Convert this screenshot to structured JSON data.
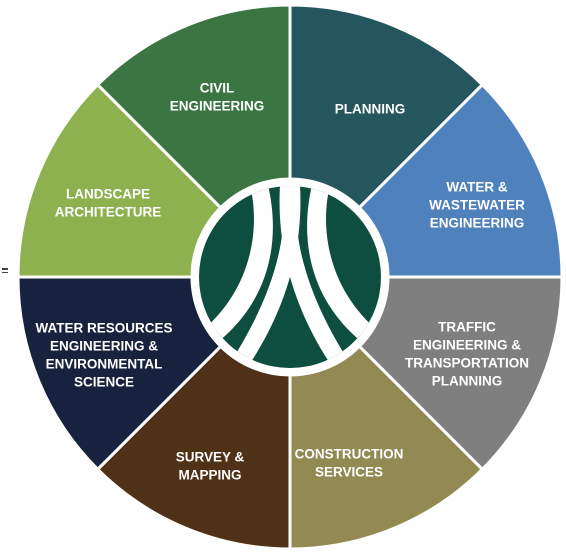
{
  "segments": [
    {
      "id": "planning",
      "lines": [
        "PLANNING"
      ],
      "color": "#25565e"
    },
    {
      "id": "water-wastewater",
      "lines": [
        "WATER &",
        "WASTEWATER",
        "ENGINEERING"
      ],
      "color": "#4f81bd"
    },
    {
      "id": "traffic",
      "lines": [
        "TRAFFIC",
        "ENGINEERING &",
        "TRANSPORTATION",
        "PLANNING"
      ],
      "color": "#7f7f7f"
    },
    {
      "id": "construction",
      "lines": [
        "CONSTRUCTION",
        "SERVICES"
      ],
      "color": "#938953"
    },
    {
      "id": "survey",
      "lines": [
        "SURVEY &",
        "MAPPING"
      ],
      "color": "#4f3117"
    },
    {
      "id": "water-resources",
      "lines": [
        "WATER RESOURCES",
        "ENGINEERING &",
        "ENVIRONMENTAL",
        "SCIENCE"
      ],
      "color": "#17233e"
    },
    {
      "id": "landscape",
      "lines": [
        "LANDSCAPE",
        "ARCHITECTURE"
      ],
      "color": "#8db14e"
    },
    {
      "id": "civil",
      "lines": [
        "CIVIL",
        "ENGINEERING"
      ],
      "color": "#3b7544"
    }
  ],
  "center_logo": {
    "color": "#0d4e3e",
    "ring_color": "#ffffff",
    "icon": "company-logo-icon"
  },
  "stroke_color": "#ffffff"
}
